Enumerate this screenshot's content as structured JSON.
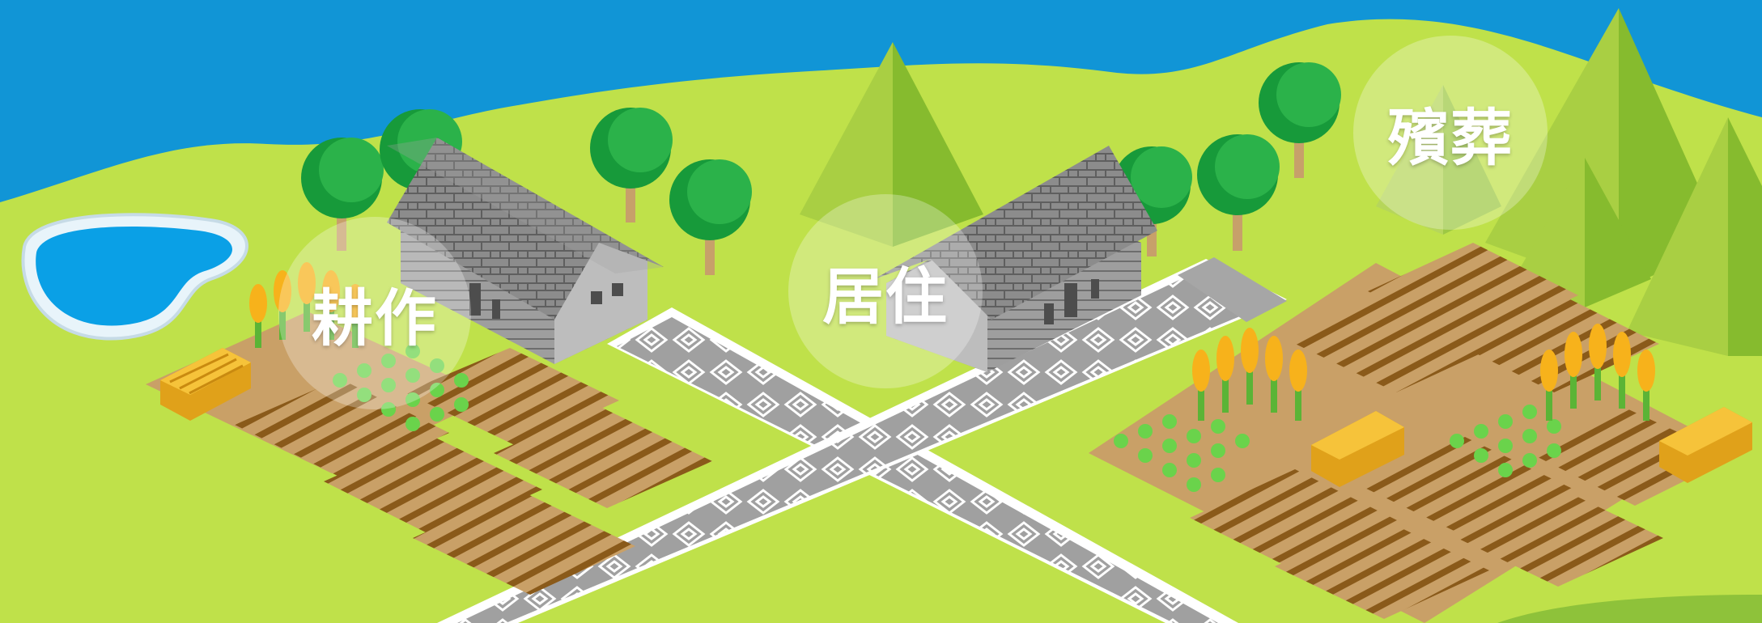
{
  "hotspots": {
    "farming": "耕作",
    "living": "居住",
    "burial": "殯葬"
  },
  "colors": {
    "sea": "#1195d6",
    "grass": "#bfe14a",
    "pond": "#0aa0e6",
    "road": "#a0a0a0",
    "roof": "#8a8a8a",
    "soil": "#c9a067",
    "furrow": "#8a5a1a",
    "corn": "#f7b21b",
    "leaf": "#65c845",
    "tree": "#1c9a3a",
    "mountain": "#a7cf3e"
  }
}
